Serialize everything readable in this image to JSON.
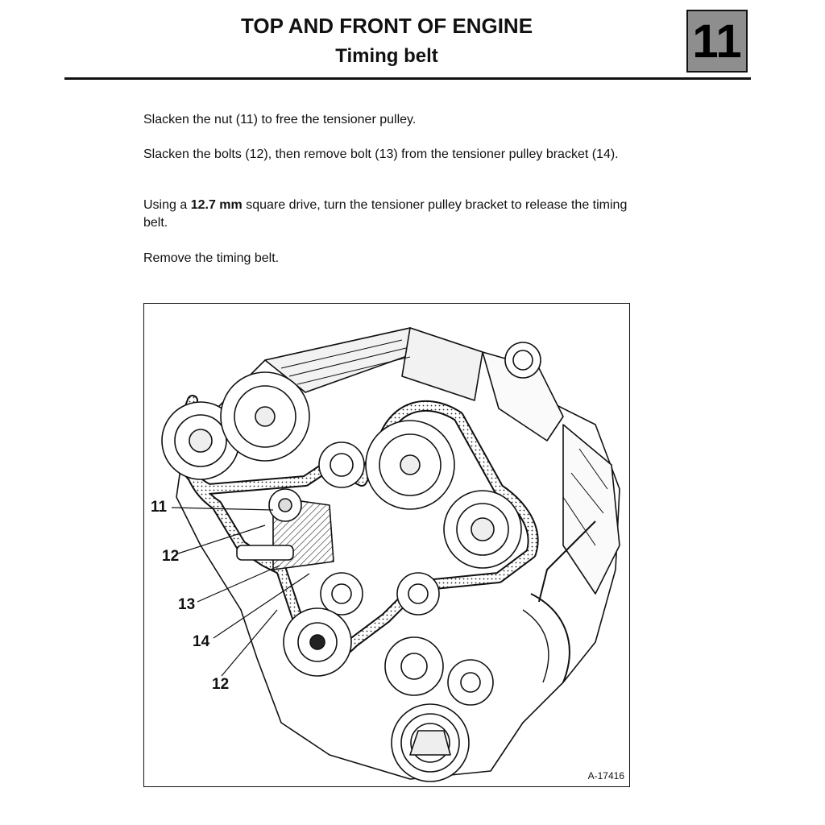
{
  "header": {
    "title": "TOP AND FRONT OF ENGINE",
    "subtitle": "Timing belt",
    "chapter_number": "11"
  },
  "instructions": {
    "step1": "Slacken the nut (11) to free the tensioner pulley.",
    "step2": "Slacken the bolts (12), then remove bolt (13) from the tensioner pulley bracket (14).",
    "step3_before": "Using a ",
    "step3_bold": "12.7 mm",
    "step3_after": " square drive, turn the tensioner pulley bracket to release the timing belt.",
    "step4": "Remove the timing belt."
  },
  "figure": {
    "reference": "A-17416",
    "callouts": [
      "11",
      "12",
      "13",
      "14",
      "12"
    ]
  },
  "colors": {
    "chapter_box_fill": "#8e8e8e",
    "ink": "#111111"
  }
}
